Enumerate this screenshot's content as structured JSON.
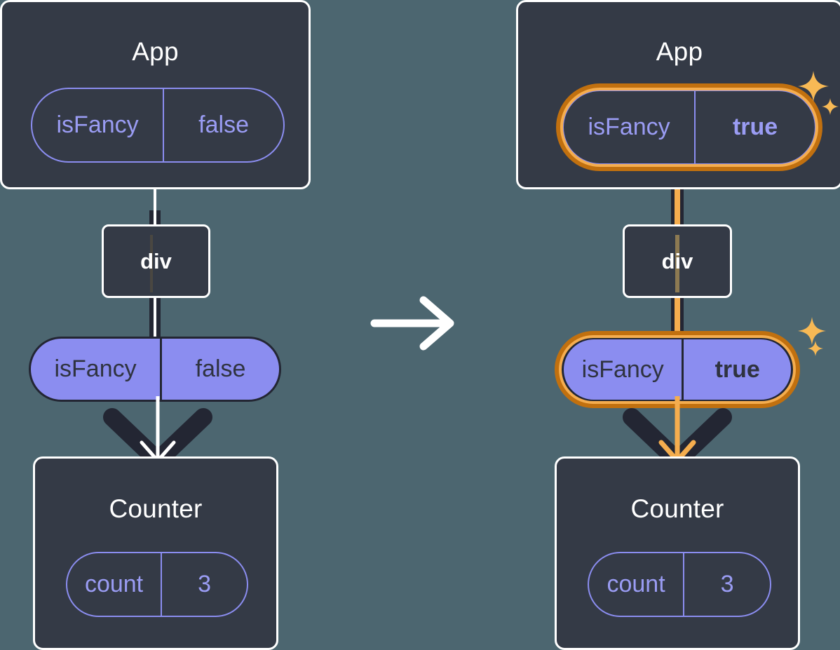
{
  "background_color": "#4c6670",
  "palette": {
    "box_fill": "#343a46",
    "box_border": "#ffffff",
    "pill_purple": "#8b8df0",
    "pill_text_light": "#9a9cf3",
    "pill_text_dark": "#2f3340",
    "connector_white": "#ffffff",
    "connector_dark": "#232633",
    "highlight_orange_outer": "#c1700f",
    "highlight_orange_inner": "#f5ad4e",
    "sparkle_orange": "#f7b955"
  },
  "transition_arrow": {
    "icon": "arrow-right-icon",
    "color": "#ffffff"
  },
  "panels": [
    {
      "id": "before",
      "app": {
        "title": "App",
        "state_pill": {
          "name": "isFancy",
          "value": "false",
          "highlighted": false,
          "value_bold": false
        }
      },
      "div_node": {
        "label": "div"
      },
      "prop_pill": {
        "name": "isFancy",
        "value": "false",
        "highlighted": false,
        "value_bold": false
      },
      "counter": {
        "title": "Counter",
        "state_pill": {
          "name": "count",
          "value": "3",
          "highlighted": false,
          "value_bold": false
        }
      }
    },
    {
      "id": "after",
      "app": {
        "title": "App",
        "state_pill": {
          "name": "isFancy",
          "value": "true",
          "highlighted": true,
          "value_bold": true
        }
      },
      "div_node": {
        "label": "div"
      },
      "prop_pill": {
        "name": "isFancy",
        "value": "true",
        "highlighted": true,
        "value_bold": true
      },
      "counter": {
        "title": "Counter",
        "state_pill": {
          "name": "count",
          "value": "3",
          "highlighted": false,
          "value_bold": false
        }
      }
    }
  ]
}
